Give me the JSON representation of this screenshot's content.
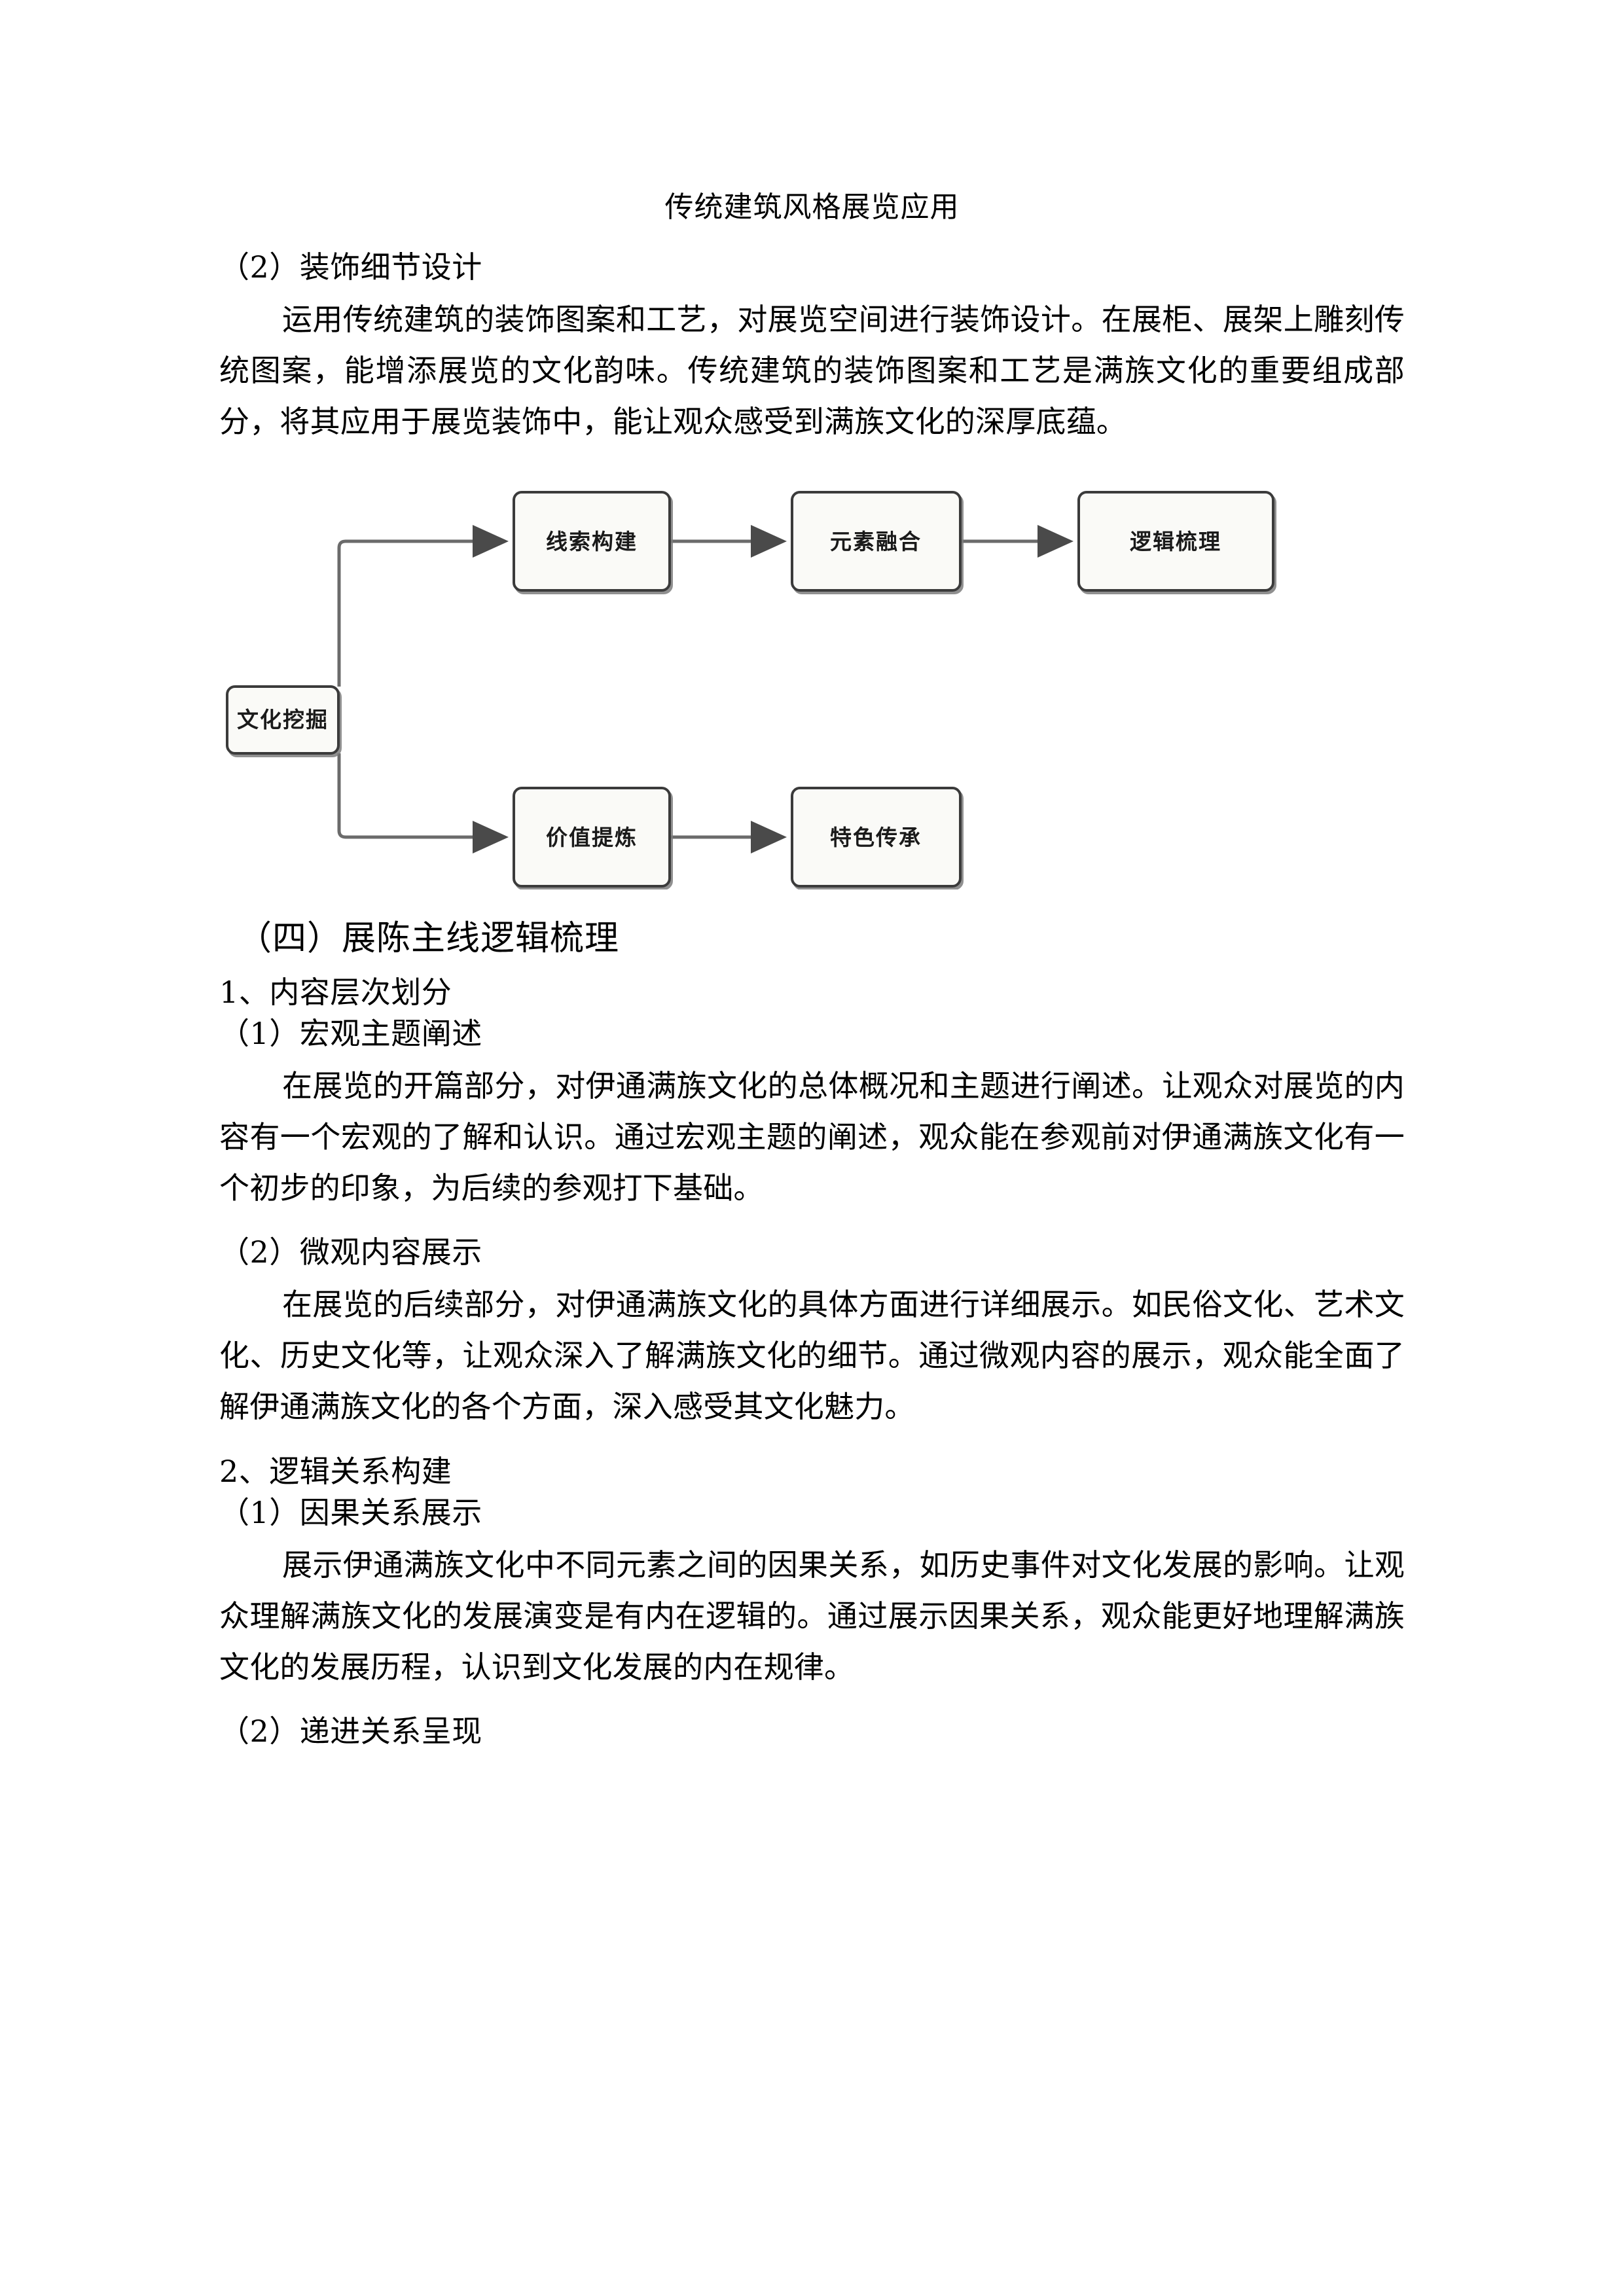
{
  "document": {
    "title": "传统建筑风格展览应用"
  },
  "sections": {
    "decor_heading": "（2）装饰细节设计",
    "decor_paragraph": "运用传统建筑的装饰图案和工艺，对展览空间进行装饰设计。在展柜、展架上雕刻传统图案，能增添展览的文化韵味。传统建筑的装饰图案和工艺是满族文化的重要组成部分，将其应用于展览装饰中，能让观众感受到满族文化的深厚底蕴。",
    "main_heading": "（四）展陈主线逻辑梳理",
    "level_heading": "1、内容层次划分",
    "macro_heading": "（1）宏观主题阐述",
    "macro_paragraph": "在展览的开篇部分，对伊通满族文化的总体概况和主题进行阐述。让观众对展览的内容有一个宏观的了解和认识。通过宏观主题的阐述，观众能在参观前对伊通满族文化有一个初步的印象，为后续的参观打下基础。",
    "micro_heading": "（2）微观内容展示",
    "micro_paragraph": "在展览的后续部分，对伊通满族文化的具体方面进行详细展示。如民俗文化、艺术文化、历史文化等，让观众深入了解满族文化的细节。通过微观内容的展示，观众能全面了解伊通满族文化的各个方面，深入感受其文化魅力。",
    "logic_heading": "2、逻辑关系构建",
    "cause_heading": "（1）因果关系展示",
    "cause_paragraph": "展示伊通满族文化中不同元素之间的因果关系，如历史事件对文化发展的影响。让观众理解满族文化的发展演变是有内在逻辑的。通过展示因果关系，观众能更好地理解满族文化的发展历程，认识到文化发展的内在规律。",
    "progress_heading": "（2）递进关系呈现"
  },
  "chart_data": {
    "type": "diagram",
    "title": "",
    "nodes": [
      {
        "id": "culture_mining",
        "label": "文化挖掘"
      },
      {
        "id": "clue_building",
        "label": "线索构建"
      },
      {
        "id": "element_fusion",
        "label": "元素融合"
      },
      {
        "id": "logic_combing",
        "label": "逻辑梳理"
      },
      {
        "id": "value_refining",
        "label": "价值提炼"
      },
      {
        "id": "feature_inherit",
        "label": "特色传承"
      }
    ],
    "edges": [
      {
        "from": "culture_mining",
        "to": "clue_building"
      },
      {
        "from": "clue_building",
        "to": "element_fusion"
      },
      {
        "from": "element_fusion",
        "to": "logic_combing"
      },
      {
        "from": "culture_mining",
        "to": "value_refining"
      },
      {
        "from": "value_refining",
        "to": "feature_inherit"
      }
    ],
    "colors": {
      "node_fill": "#fafaf7",
      "node_stroke": "#3a3a3a",
      "edge_stroke": "#6b6b6b"
    }
  }
}
